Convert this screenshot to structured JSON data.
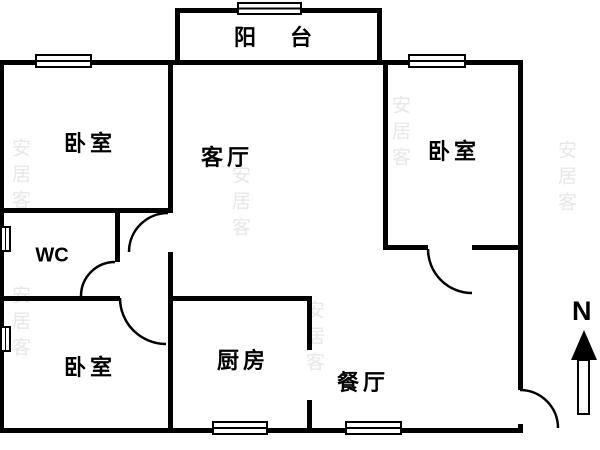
{
  "floorplan": {
    "rooms": [
      {
        "id": "balcony",
        "label": "阳 台"
      },
      {
        "id": "bedroom-top-left",
        "label": "卧室"
      },
      {
        "id": "living-room",
        "label": "客厅"
      },
      {
        "id": "bedroom-top-right",
        "label": "卧室"
      },
      {
        "id": "wc",
        "label": "WC"
      },
      {
        "id": "bedroom-bottom-left",
        "label": "卧室"
      },
      {
        "id": "kitchen",
        "label": "厨房"
      },
      {
        "id": "dining-room",
        "label": "餐厅"
      }
    ],
    "compass": {
      "label": "N"
    },
    "watermark": {
      "text": "安居客"
    },
    "colors": {
      "wall": "#000000",
      "background": "#ffffff"
    }
  }
}
